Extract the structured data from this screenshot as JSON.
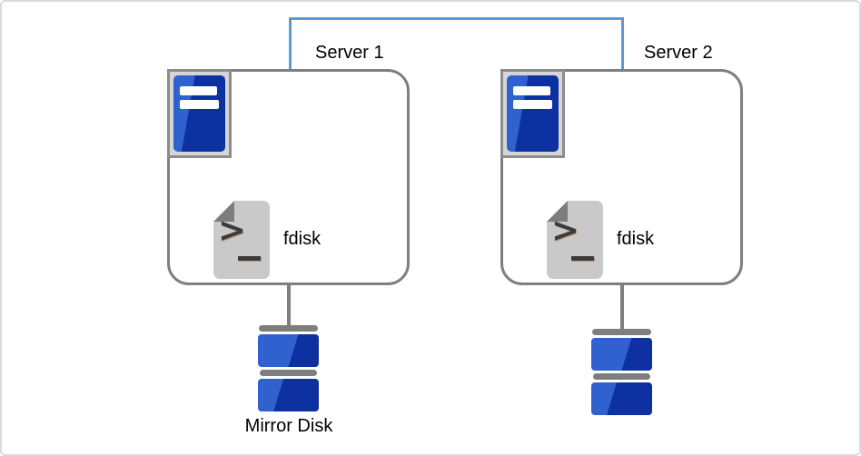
{
  "servers": [
    {
      "label": "Server 1",
      "tool": "fdisk",
      "icon": "server-tower-icon"
    },
    {
      "label": "Server 2",
      "tool": "fdisk",
      "icon": "server-tower-icon"
    }
  ],
  "disks": [
    {
      "label": "Mirror Disk",
      "icon": "disk-stack-icon"
    },
    {
      "label": "",
      "icon": "disk-stack-icon"
    }
  ],
  "colors": {
    "link_blue": "#5B9BD5",
    "outline_gray": "#7F7F7F",
    "icon_blue_light": "#2F62CF",
    "icon_blue_dark": "#0D31A1",
    "page_gray": "#C9C9C9",
    "fold_gray": "#7D7D7D",
    "hardware_gray": "#7E7E7E"
  }
}
